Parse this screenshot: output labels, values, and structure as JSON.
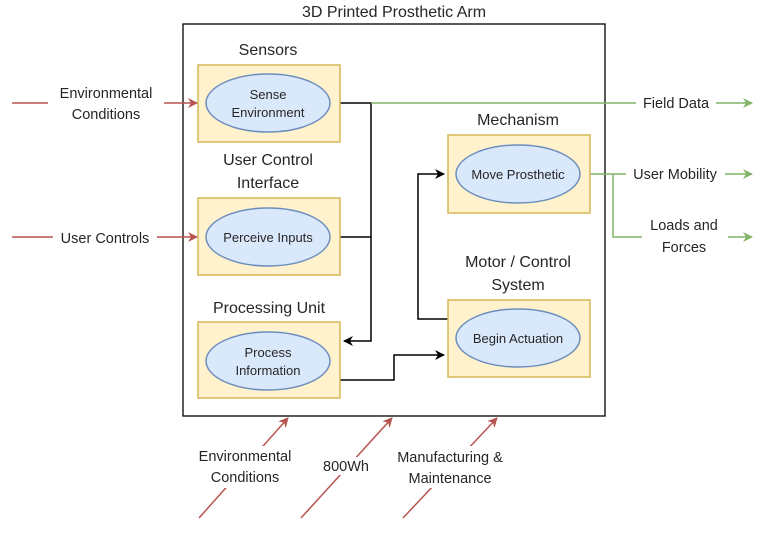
{
  "diagram": {
    "title": "3D Printed Prosthetic Arm",
    "colors": {
      "input_arrow": "#b85450",
      "output_arrow": "#82b366",
      "internal_arrow": "#000000",
      "block_fill": "#fff2cc",
      "block_stroke": "#d6b656",
      "ellipse_fill": "#dae8fc",
      "ellipse_stroke": "#6c8ebf",
      "boundary_stroke": "#000000"
    },
    "blocks": [
      {
        "id": "sensors",
        "label": "Sensors",
        "function": [
          "Sense",
          "Environment"
        ]
      },
      {
        "id": "user-control-interface",
        "label": [
          "User Control",
          "Interface"
        ],
        "function": [
          "Perceive Inputs"
        ]
      },
      {
        "id": "processing-unit",
        "label": "Processing Unit",
        "function": [
          "Process",
          "Information"
        ]
      },
      {
        "id": "mechanism",
        "label": "Mechanism",
        "function": [
          "Move Prosthetic"
        ]
      },
      {
        "id": "motor-control-system",
        "label": [
          "Motor / Control",
          "System"
        ],
        "function": [
          "Begin Actuation"
        ]
      }
    ],
    "inputs": [
      {
        "label": [
          "Environmental",
          "Conditions"
        ],
        "target": "sensors"
      },
      {
        "label": [
          "User Controls"
        ],
        "target": "user-control-interface"
      }
    ],
    "bottom_inputs": [
      {
        "label": [
          "Environmental",
          "Conditions"
        ]
      },
      {
        "label": [
          "800Wh"
        ]
      },
      {
        "label": [
          "Manufacturing &",
          "Maintenance"
        ]
      }
    ],
    "outputs": [
      {
        "label": [
          "Field Data"
        ],
        "source": "sensors"
      },
      {
        "label": [
          "User Mobility"
        ],
        "source": "mechanism"
      },
      {
        "label": [
          "Loads and",
          "Forces"
        ],
        "source": "mechanism"
      }
    ],
    "internal_flows": [
      {
        "from": "sensors",
        "to": "processing-unit"
      },
      {
        "from": "user-control-interface",
        "to": "processing-unit"
      },
      {
        "from": "processing-unit",
        "to": "motor-control-system"
      },
      {
        "from": "motor-control-system",
        "to": "mechanism"
      }
    ]
  }
}
